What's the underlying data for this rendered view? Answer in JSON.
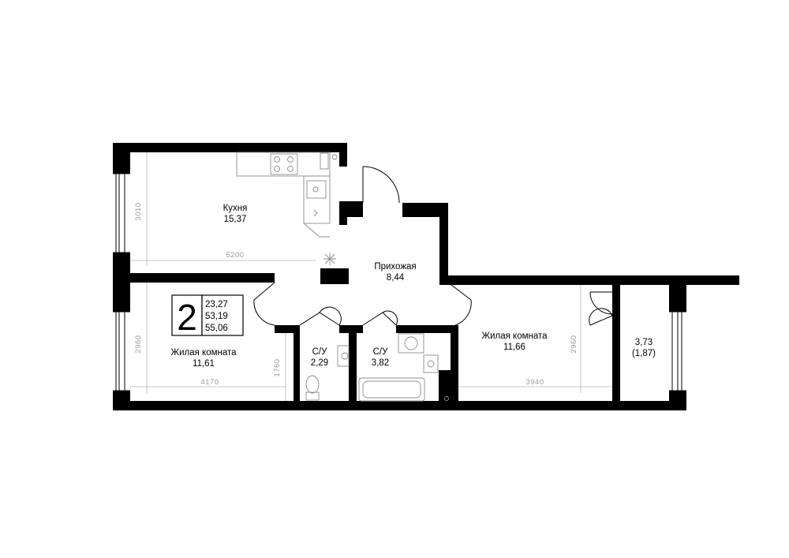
{
  "rooms": {
    "kitchen": {
      "name": "Кухня",
      "area": "15,37"
    },
    "hall": {
      "name": "Прихожая",
      "area": "8,44"
    },
    "living1": {
      "name": "Жилая комната",
      "area": "11,61"
    },
    "bath1": {
      "name": "С/У",
      "area": "2,29"
    },
    "bath2": {
      "name": "С/У",
      "area": "3,82"
    },
    "living2": {
      "name": "Жилая комната",
      "area": "11,66"
    },
    "balcony": {
      "area": "3,73",
      "area_reduced": "(1,87)"
    }
  },
  "summary": {
    "rooms_count": "2",
    "living_area": "23,27",
    "total_area": "53,19",
    "total_with_balcony": "55,06"
  },
  "dimensions": {
    "kitchen_height": "3010",
    "kitchen_width": "5200",
    "living1_height": "2960",
    "living1_width": "4170",
    "bath_height": "1760",
    "living2_height": "2960",
    "living2_width": "3940"
  }
}
